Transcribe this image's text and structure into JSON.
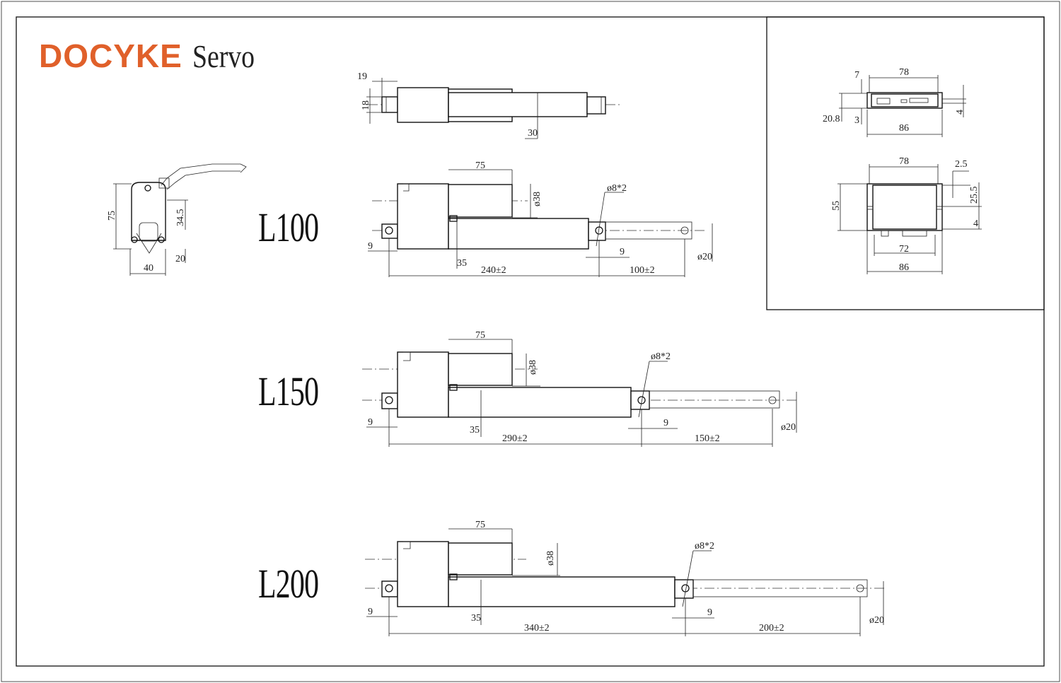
{
  "brand": {
    "name": "DOCYKE",
    "subtitle": "Servo",
    "color": "#e0602a"
  },
  "models": {
    "l100": "L100",
    "l150": "L150",
    "l200": "L200"
  },
  "top_view": {
    "d1": "19",
    "d2": "18",
    "d3": "30"
  },
  "side_view": {
    "d1": "75",
    "d2": "34.5",
    "d3": "20",
    "d4": "40"
  },
  "l100": {
    "motor_len": "75",
    "motor_dia": "ø38",
    "hole": "ø8*2",
    "tail": "9",
    "end": "9",
    "collar": "35",
    "retracted": "240±2",
    "stroke": "100±2",
    "rod_dia": "ø20"
  },
  "l150": {
    "motor_len": "75",
    "motor_dia": "ø38",
    "hole": "ø8*2",
    "tail": "9",
    "end": "9",
    "collar": "35",
    "retracted": "290±2",
    "stroke": "150±2",
    "rod_dia": "ø20"
  },
  "l200": {
    "motor_len": "75",
    "motor_dia": "ø38",
    "hole": "ø8*2",
    "tail": "9",
    "end": "9",
    "collar": "35",
    "retracted": "340±2",
    "stroke": "200±2",
    "rod_dia": "ø20"
  },
  "controller_top": {
    "w_top": "78",
    "left_off": "7",
    "h_total": "20.8",
    "h_small": "3",
    "w_bottom": "86",
    "right": "4"
  },
  "controller_front": {
    "w_top": "78",
    "h": "55",
    "r1": "2.5",
    "r2": "25.5",
    "r3": "4",
    "w_inner": "72",
    "w_bottom": "86"
  }
}
